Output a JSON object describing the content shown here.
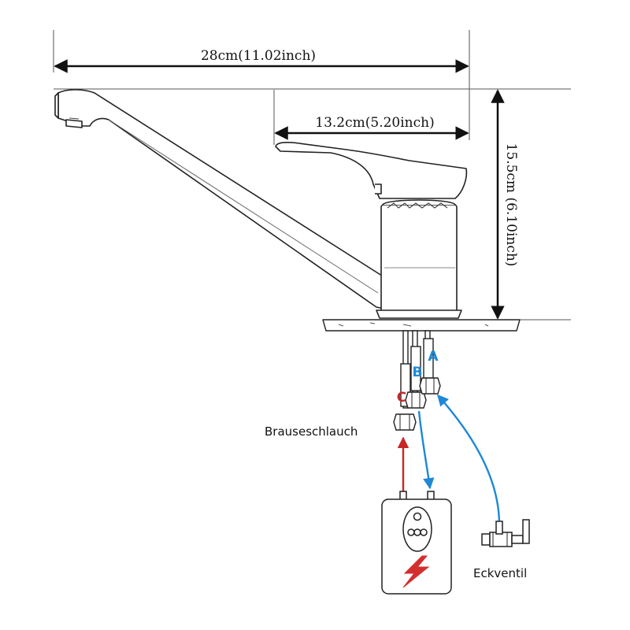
{
  "dimensions": {
    "total_length": "28cm(11.02inch)",
    "lever_length": "13.2cm(5.20inch)",
    "height": "15.5cm (6.10inch)"
  },
  "labels": {
    "shower_hose": "Brauseschlauch",
    "angle_valve": "Eckventil"
  },
  "connections": [
    {
      "letter": "A",
      "color": "#1e88d6"
    },
    {
      "letter": "B",
      "color": "#1e88d6"
    },
    {
      "letter": "C",
      "color": "#c62828"
    }
  ],
  "colors": {
    "hot": "#c62828",
    "cold": "#1e88d6",
    "outline": "#222222",
    "lightning": "#d32f2f"
  },
  "icons": {
    "heater": "water-heater-icon",
    "valve": "angle-valve-icon",
    "bolt": "lightning-bolt-icon"
  }
}
